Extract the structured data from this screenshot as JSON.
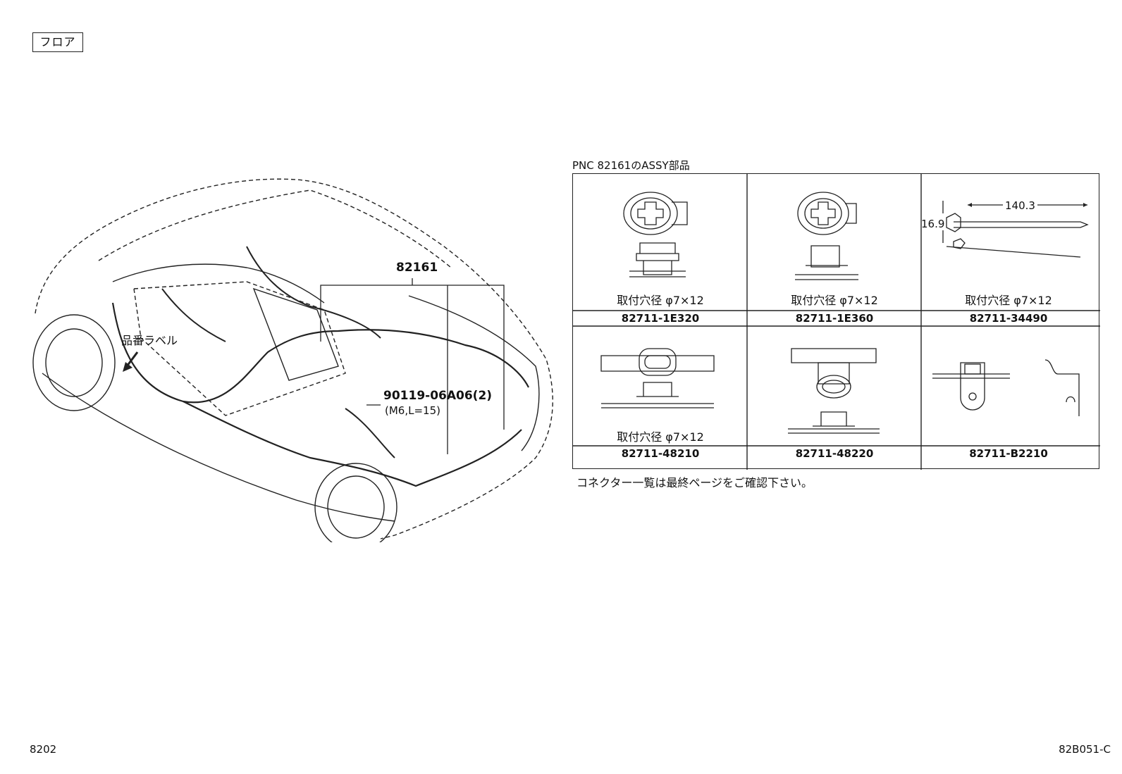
{
  "header": {
    "section_label": "フロア"
  },
  "main_diagram": {
    "part_callout": "82161",
    "bolt_callout": "90119-06A06(2)",
    "bolt_spec": "(M6,L=15)",
    "label_callout": "品番ラベル"
  },
  "assy_table": {
    "title": "PNC 82161のASSY部品",
    "cells": [
      {
        "mount_hole": "取付穴径 φ7×12",
        "part_number": "82711-1E320"
      },
      {
        "mount_hole": "取付穴径 φ7×12",
        "part_number": "82711-1E360"
      },
      {
        "mount_hole": "取付穴径 φ7×12",
        "part_number": "82711-34490",
        "dim_length": "140.3",
        "dim_height": "16.9"
      },
      {
        "mount_hole": "取付穴径 φ7×12",
        "part_number": "82711-48210"
      },
      {
        "part_number": "82711-48220"
      },
      {
        "part_number": "82711-B2210"
      }
    ],
    "note": "コネクター一覧は最終ページをご確認下さい。"
  },
  "footer": {
    "page_left": "8202",
    "page_right": "82B051-C"
  }
}
